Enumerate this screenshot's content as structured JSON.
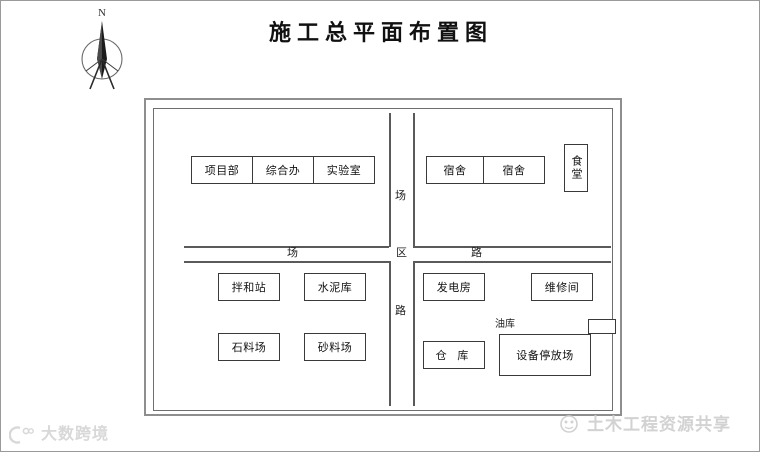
{
  "title": "施工总平面布置图",
  "compass": {
    "north_label": "N",
    "icon": "compass-rose"
  },
  "roads": {
    "name": "场区路",
    "horizontal_chars": [
      "场",
      "区",
      "路"
    ],
    "vertical_chars": [
      "场",
      "区",
      "路"
    ]
  },
  "zones": {
    "top_left": {
      "boxes": [
        {
          "label": "项目部"
        },
        {
          "label": "综合办"
        },
        {
          "label": "实验室"
        }
      ]
    },
    "top_right": {
      "boxes": [
        {
          "label": "宿舍"
        },
        {
          "label": "宿舍"
        },
        {
          "label": "食堂"
        }
      ]
    },
    "bottom_left": {
      "boxes": [
        {
          "label": "拌和站"
        },
        {
          "label": "水泥库"
        },
        {
          "label": "石料场"
        },
        {
          "label": "砂料场"
        }
      ]
    },
    "bottom_right": {
      "boxes": [
        {
          "label": "发电房"
        },
        {
          "label": "维修间"
        },
        {
          "label": "仓 库"
        },
        {
          "label": "设备停放场"
        }
      ],
      "oil_depot_label": "油库"
    }
  },
  "watermarks": {
    "left": "大数跨境",
    "right": "土木工程资源共享"
  },
  "colors": {
    "line": "#3a3a3a",
    "frame": "#8e8e8e",
    "road": "#5a5a5a",
    "text": "#111111",
    "watermark": "#d5d5d5"
  }
}
